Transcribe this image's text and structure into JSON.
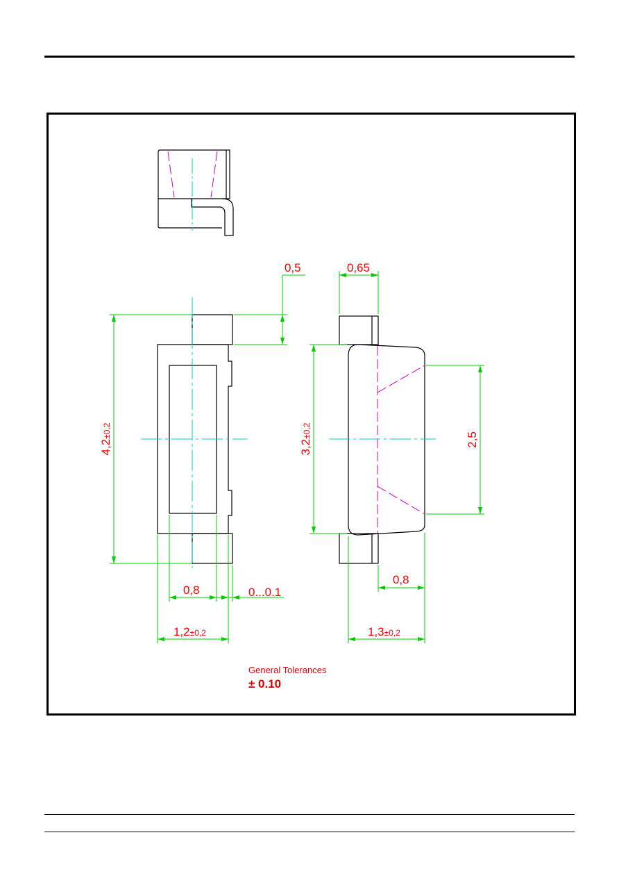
{
  "drawing": {
    "dimensions": {
      "top_offset": "0,5",
      "lead_width": "0,65",
      "overall_length_main": "4,2",
      "overall_length_tol": "±0,2",
      "body_length_main": "3,2",
      "body_length_tol": "±0,2",
      "window_length": "2,5",
      "window_width": "0,8",
      "gap": "0...0.1",
      "side_width": "0,8",
      "body_width_main": "1,2",
      "body_width_tol": "±0,2",
      "depth_main": "1,3",
      "depth_tol": "±0,2"
    },
    "tolerances": {
      "title": "General Tolerances",
      "value": "± 0.10"
    },
    "colors": {
      "outline": "#000000",
      "dimension": "#00cc00",
      "centerline": "#00cccc",
      "hidden": "#cc00cc",
      "text": "#ff0000"
    }
  }
}
